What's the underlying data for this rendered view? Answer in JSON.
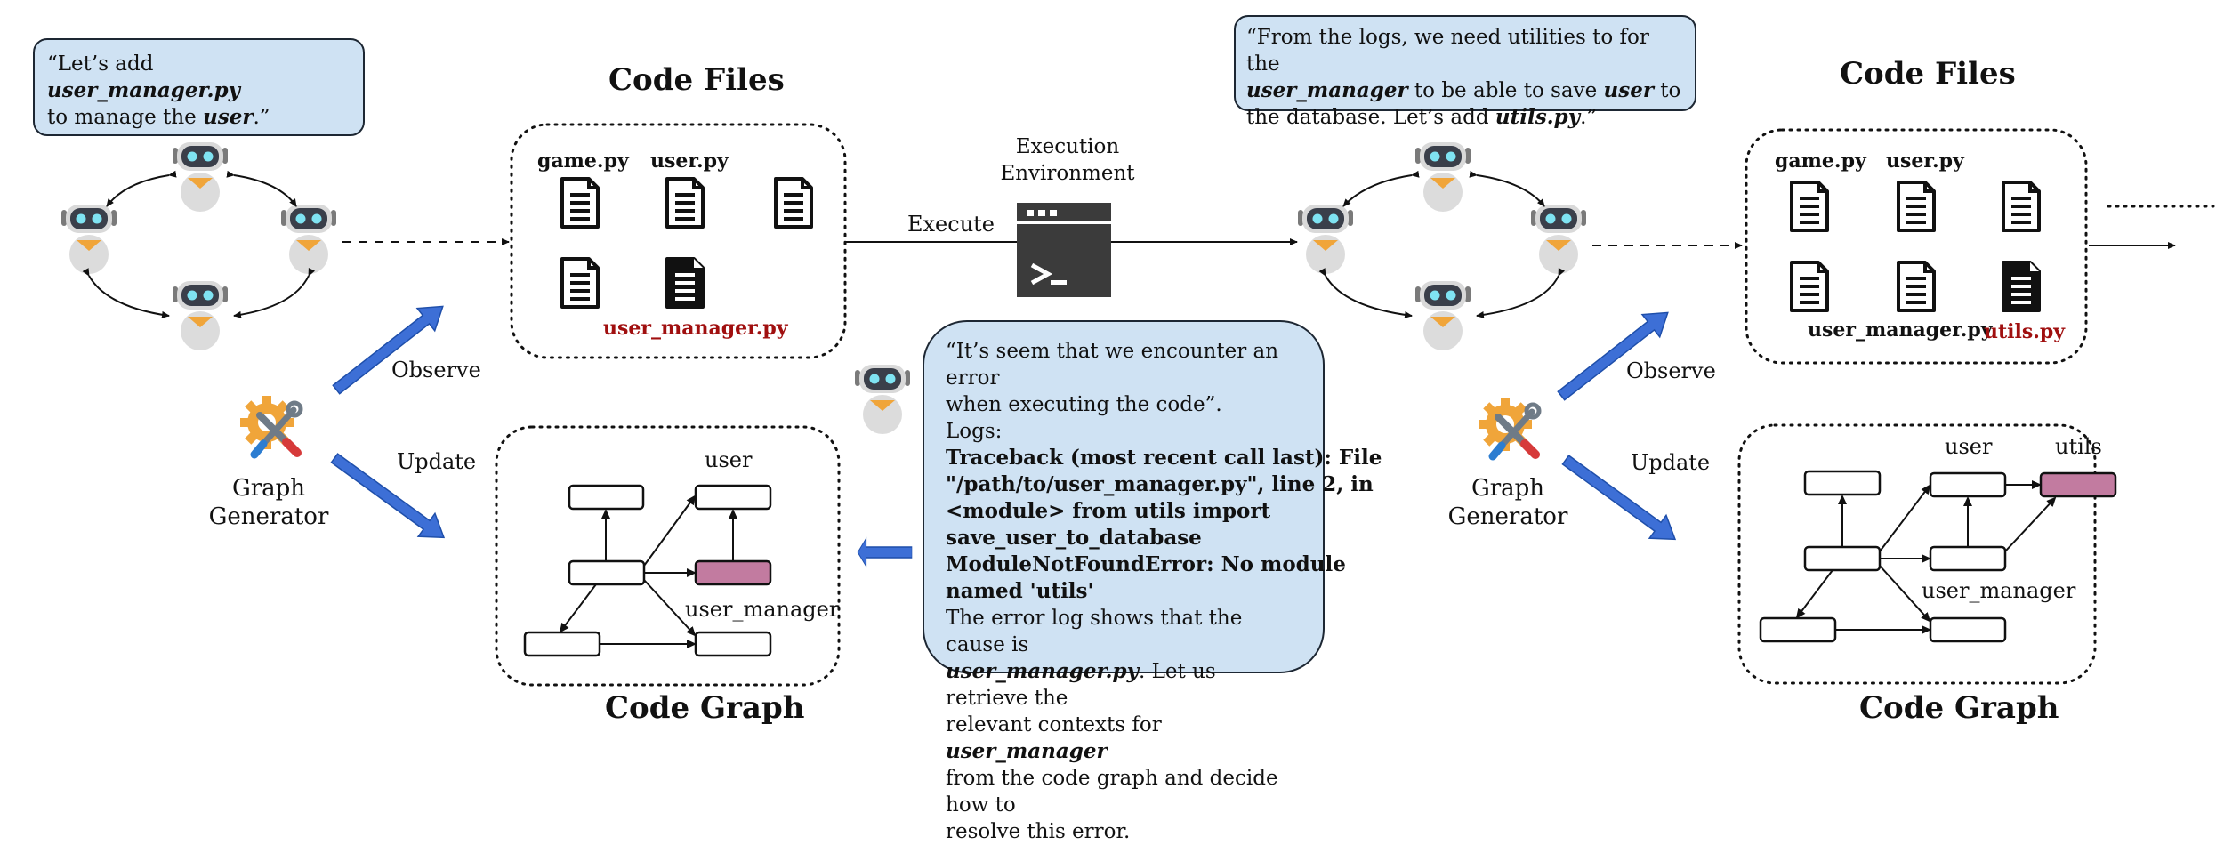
{
  "left": {
    "bubble": {
      "line1_pre": "“Let’s add ",
      "line1_em": "user_manager.py",
      "line2_pre": "to manage the ",
      "line2_em": "user",
      "line2_post": ".”"
    },
    "code_files_title": "Code Files",
    "files": [
      "game.py",
      "user.py",
      "user_manager.py"
    ],
    "code_graph_title": "Code Graph",
    "graph_labels": {
      "user": "user",
      "user_manager": "user_manager"
    },
    "observe_label": "Observe",
    "update_label": "Update",
    "generator_label_1": "Graph",
    "generator_label_2": "Generator"
  },
  "middle": {
    "execute_label": "Execute",
    "env_label_1": "Execution",
    "env_label_2": "Environment",
    "bubble": {
      "line1": "“It’s seem that we encounter an error",
      "line2": "when executing the code”.",
      "line3": "Logs:",
      "log_lines": [
        "Traceback (most recent call last): File",
        "\"/path/to/user_manager.py\", line 2, in",
        "<module> from utils import",
        "save_user_to_database",
        "ModuleNotFoundError: No module",
        "named 'utils'"
      ],
      "line4": "The error log shows that the cause is",
      "line5_em": "user_manager.py",
      "line5_post": ". Let us retrieve the",
      "line6_pre": "relevant contexts for ",
      "line6_em": "user_manager",
      "line7": "from the code graph and decide how to",
      "line8": "resolve this error."
    }
  },
  "right": {
    "bubble": {
      "line1": "“From the logs, we need utilities to for the",
      "line2_em1": "user_manager",
      "line2_mid": " to be able to save ",
      "line2_em2": "user",
      "line2_post": " to",
      "line3_pre": "the database. Let’s add ",
      "line3_em": "utils.py",
      "line3_post": ".”"
    },
    "code_files_title": "Code Files",
    "files": [
      "game.py",
      "user.py",
      "user_manager.py",
      "utils.py"
    ],
    "code_graph_title": "Code Graph",
    "graph_labels": {
      "user": "user",
      "utils": "utils",
      "user_manager": "user_manager"
    },
    "observe_label": "Observe",
    "update_label": "Update",
    "generator_label_1": "Graph",
    "generator_label_2": "Generator"
  },
  "colors": {
    "bubble_fill": "#cfe2f3",
    "highlight_node": "#c27ba0",
    "arrow_blue": "#3d6fd6",
    "new_file_red": "#a00f0f"
  },
  "icons": [
    "robot-icon",
    "file-icon",
    "terminal-icon",
    "tools-gear-icon",
    "blue-arrow-icon"
  ]
}
